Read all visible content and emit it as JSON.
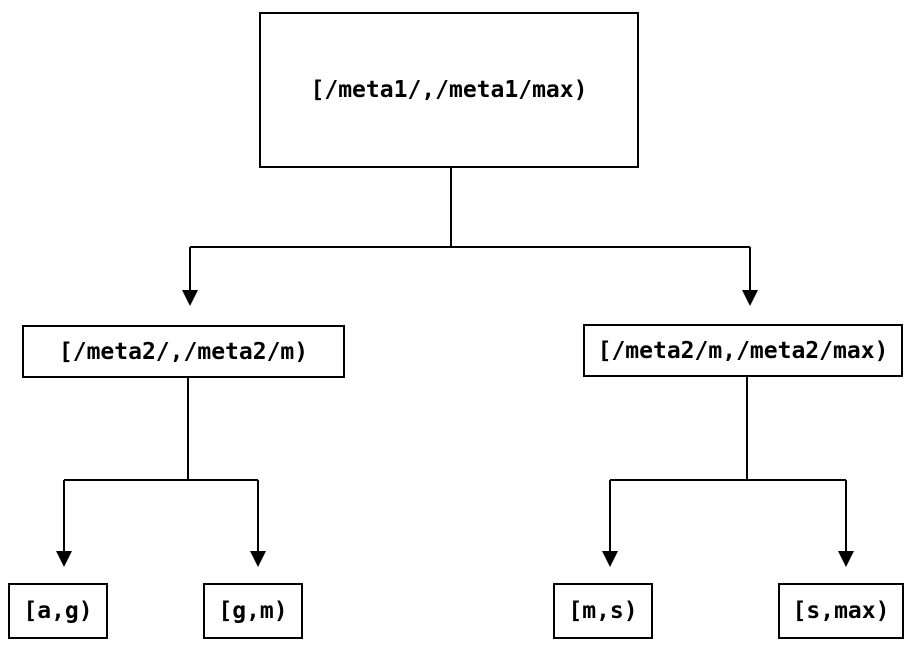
{
  "colors": {
    "background": "#ffffff",
    "line": "#000000",
    "text": "#000000"
  },
  "nodes": {
    "root": {
      "label": "[/meta1/,/meta1/max)"
    },
    "mid_left": {
      "label": "[/meta2/,/meta2/m)"
    },
    "mid_right": {
      "label": "[/meta2/m,/meta2/max)"
    },
    "leaf_ag": {
      "label": "[a,g)"
    },
    "leaf_gm": {
      "label": "[g,m)"
    },
    "leaf_ms": {
      "label": "[m,s)"
    },
    "leaf_smax": {
      "label": "[s,max)"
    }
  },
  "edges": [
    {
      "from": "root",
      "to": "mid_left"
    },
    {
      "from": "root",
      "to": "mid_right"
    },
    {
      "from": "mid_left",
      "to": "leaf_ag"
    },
    {
      "from": "mid_left",
      "to": "leaf_gm"
    },
    {
      "from": "mid_right",
      "to": "leaf_ms"
    },
    {
      "from": "mid_right",
      "to": "leaf_smax"
    }
  ]
}
